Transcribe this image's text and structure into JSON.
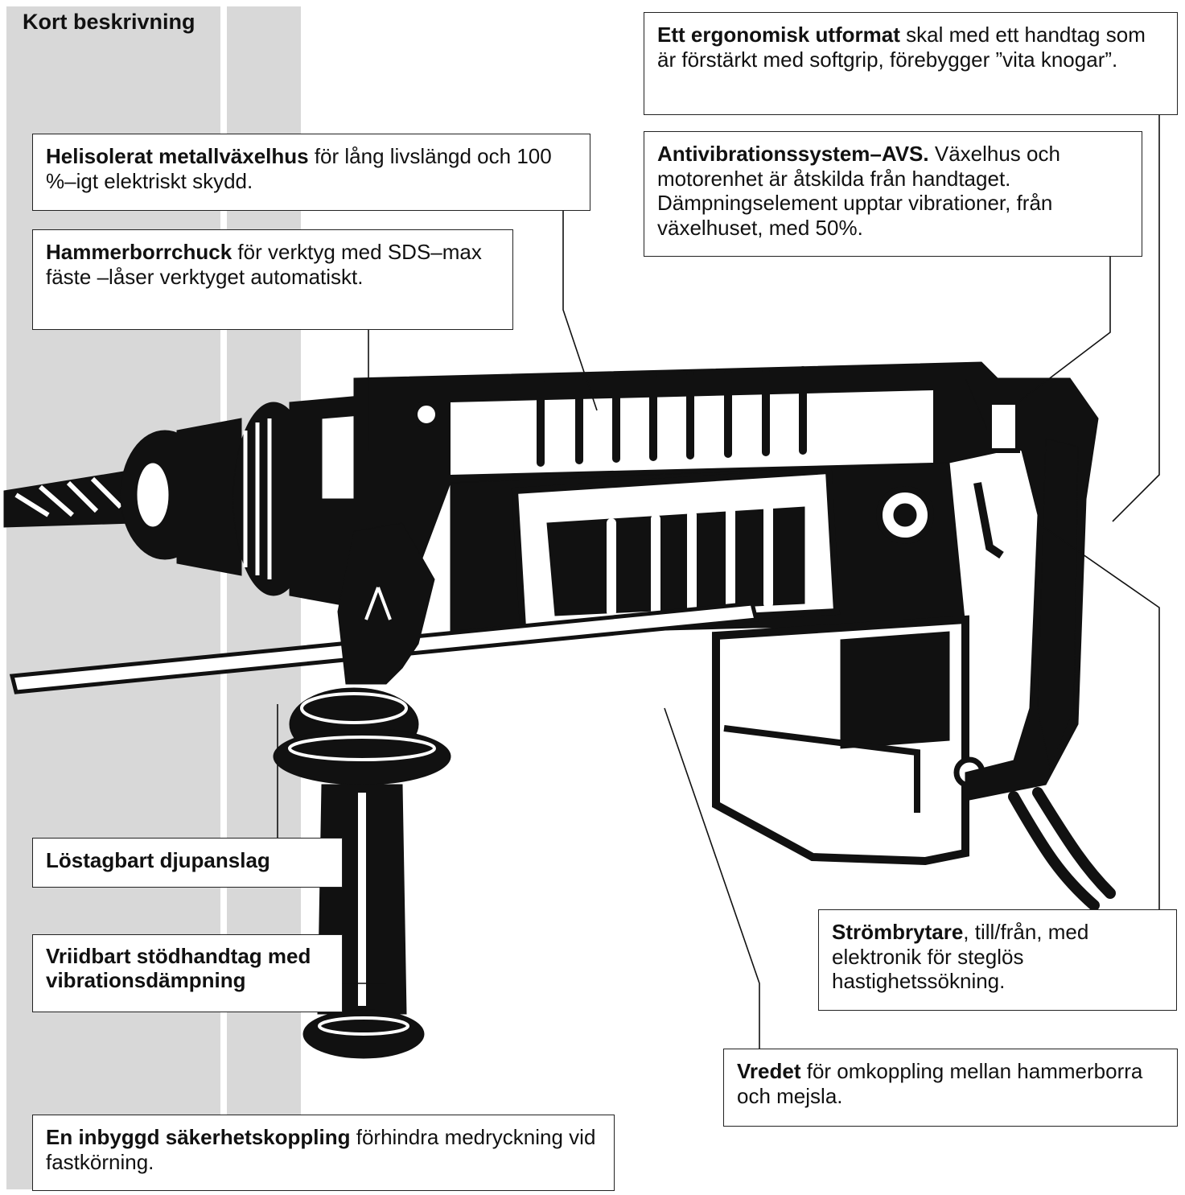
{
  "heading": "Kort beskrivning",
  "callouts": {
    "ergonomic": {
      "title": "Ett ergonomisk utformat",
      "text": " skal med ett handtag som är förstärkt med softgrip, förebygger ”vita knogar”."
    },
    "gearbox": {
      "title": "Helisolerat metallväxelhus",
      "text": " för lång livslängd och 100 %–igt elektriskt skydd."
    },
    "avs": {
      "title": "Antivibrationssystem–AVS.",
      "text": " Växelhus och motorenhet är åtskilda från handtaget. Dämpningselement upptar vibrationer, från växelhuset, med 50%."
    },
    "chuck": {
      "title": "Hammerborrchuck",
      "text": " för verktyg med SDS–max fäste –låser verktyget automatiskt."
    },
    "depth": {
      "title": "Löstagbart djupanslag",
      "text": ""
    },
    "handle": {
      "title": "Vriidbart stödhandtag med vibrationsdämpning",
      "text": ""
    },
    "switch": {
      "title": "Strömbrytare",
      "text": ", till/från, med elektronik för steglös hastighetssökning."
    },
    "knob": {
      "title": "Vredet",
      "text": " för omkoppling mellan hammerborra och mejsla."
    },
    "clutch": {
      "title": "En inbyggd säkerhetskoppling",
      "text": " förhindra medryckning vid fastkörning."
    }
  },
  "colors": {
    "ink": "#111111",
    "wall": "#d8d8d8",
    "paper": "#ffffff"
  }
}
